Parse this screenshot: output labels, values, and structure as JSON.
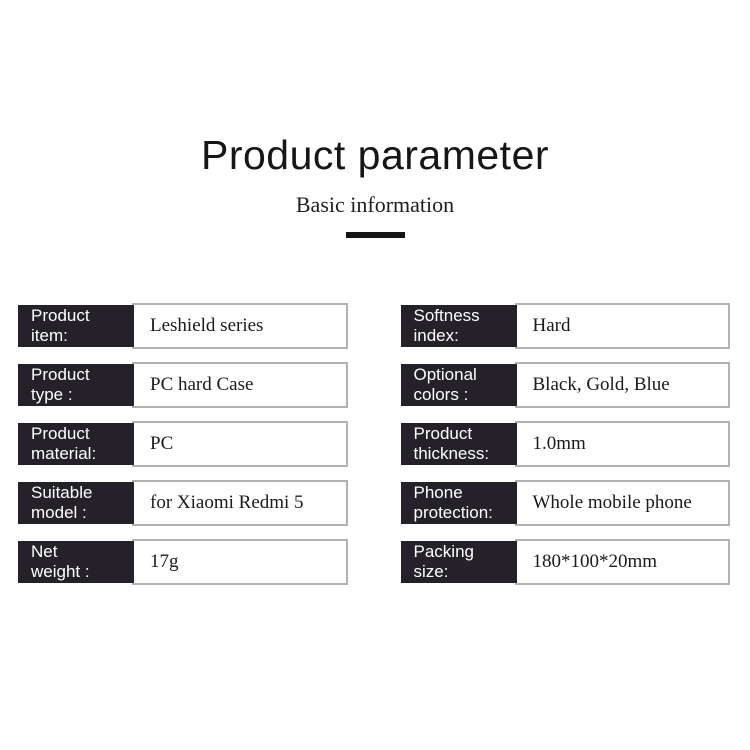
{
  "page": {
    "title": "Product parameter",
    "subtitle": "Basic information"
  },
  "colors": {
    "label_box_bg": "#252129",
    "label_text": "#ffffff",
    "value_box_border": "#b2b2b2",
    "value_text": "#1a1a1a",
    "accent_bar": "#141414",
    "background": "#ffffff"
  },
  "fields": {
    "left": [
      {
        "label_line1": "Product",
        "label_line2": "item:",
        "value": "Leshield series"
      },
      {
        "label_line1": "Product",
        "label_line2": "type :",
        "value": "PC hard Case"
      },
      {
        "label_line1": "Product",
        "label_line2": "material:",
        "value": "PC"
      },
      {
        "label_line1": "Suitable",
        "label_line2": "model :",
        "value": "for Xiaomi Redmi 5"
      },
      {
        "label_line1": "Net",
        "label_line2": "weight :",
        "value": "17g"
      }
    ],
    "right": [
      {
        "label_line1": "Softness",
        "label_line2": "index:",
        "value": "Hard"
      },
      {
        "label_line1": "Optional",
        "label_line2": "colors :",
        "value": "Black, Gold, Blue"
      },
      {
        "label_line1": "Product",
        "label_line2": "thickness:",
        "value": "1.0mm"
      },
      {
        "label_line1": "Phone",
        "label_line2": "protection:",
        "value": "Whole mobile phone"
      },
      {
        "label_line1": "Packing",
        "label_line2": "size:",
        "value": "180*100*20mm"
      }
    ]
  }
}
